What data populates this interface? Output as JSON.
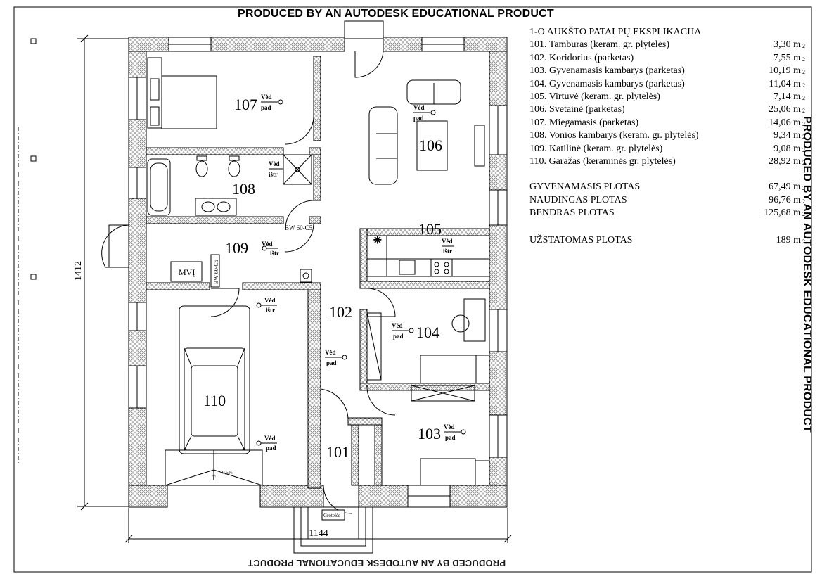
{
  "watermark": "PRODUCED BY AN AUTODESK EDUCATIONAL PRODUCT",
  "legend": {
    "title": "1-O AUKŠTO PATALPŲ EKSPLIKACIJA",
    "unit": "m",
    "unit_sup": "2",
    "rooms": [
      {
        "label": "101. Tamburas (keram. gr. plytelės)",
        "area": "3,30"
      },
      {
        "label": "102. Koridorius (parketas)",
        "area": "7,55"
      },
      {
        "label": "103. Gyvenamasis kambarys (parketas)",
        "area": "10,19"
      },
      {
        "label": "104. Gyvenamasis kambarys (parketas)",
        "area": "11,04"
      },
      {
        "label": "105. Virtuvė (keram. gr. plytelės)",
        "area": "7,14"
      },
      {
        "label": "106. Svetainė (parketas)",
        "area": "25,06"
      },
      {
        "label": "107. Miegamasis (parketas)",
        "area": "14,06"
      },
      {
        "label": "108. Vonios kambarys (keram. gr. plytelės)",
        "area": "9,34"
      },
      {
        "label": "109. Katilinė (keram. gr. plytelės)",
        "area": "9,08"
      },
      {
        "label": "110. Garažas (keraminės gr. plytelės)",
        "area": "28,92"
      }
    ],
    "totals": [
      {
        "label": "GYVENAMASIS PLOTAS",
        "area": "67,49"
      },
      {
        "label": "NAUDINGAS PLOTAS",
        "area": "96,76"
      },
      {
        "label": "BENDRAS PLOTAS",
        "area": "125,68"
      }
    ],
    "built": {
      "label": "UŽSTATOMAS PLOTAS",
      "area": "189"
    }
  },
  "plan": {
    "room_numbers": {
      "r101": "101",
      "r102": "102",
      "r103": "103",
      "r104": "104",
      "r105": "105",
      "r106": "106",
      "r107": "107",
      "r108": "108",
      "r109": "109",
      "r110": "110"
    },
    "vent": {
      "ved": "Vėd",
      "pad": "pad",
      "istr": "ištr"
    },
    "labels": {
      "mvi": "MVĮ",
      "bw1": "BW 60-C5",
      "bw2": "BW 60-C5",
      "slope": "0,5%",
      "slope_t": "T",
      "garage": "Grotelės"
    },
    "dims": {
      "width": "1144",
      "height": "1412"
    }
  }
}
